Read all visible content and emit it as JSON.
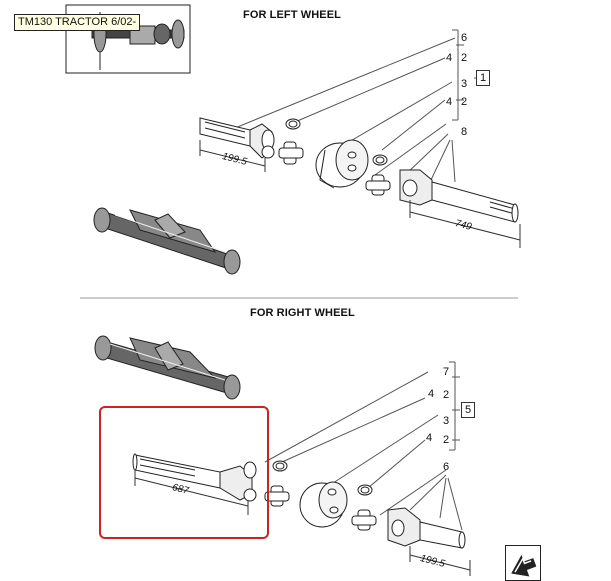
{
  "model_tag": "TM130 TRACTOR 6/02-",
  "left_section": {
    "title": "FOR LEFT WHEEL",
    "callouts": [
      "6",
      "4",
      "2",
      "3",
      "4",
      "2",
      "8"
    ],
    "group_ref": "1",
    "dimensions": [
      "199.5",
      "749"
    ]
  },
  "right_section": {
    "title": "FOR RIGHT WHEEL",
    "callouts": [
      "7",
      "4",
      "2",
      "3",
      "4",
      "2",
      "6"
    ],
    "group_ref": "5",
    "dimensions": [
      "687",
      "199.5"
    ]
  },
  "highlight_color": "#cc2222",
  "nav_icon": "next-page-arrow-icon"
}
